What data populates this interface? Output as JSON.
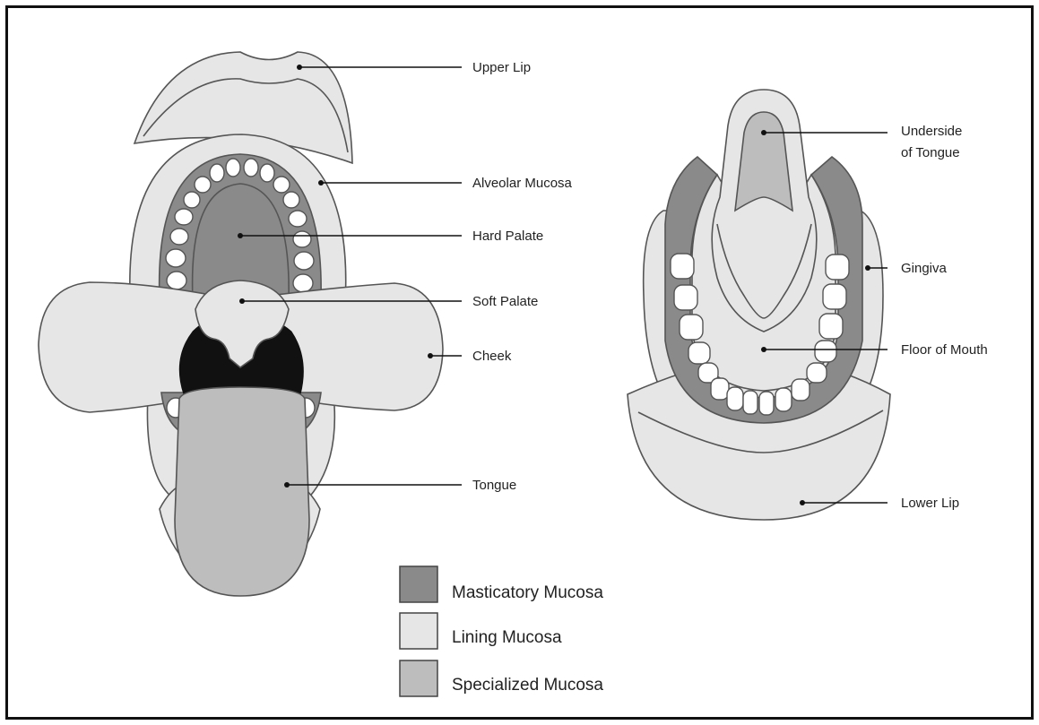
{
  "colors": {
    "masticatory": "#8a8a8a",
    "lining": "#e6e6e6",
    "specialized": "#bdbdbd",
    "dark_region": "#111111",
    "teeth": "#ffffff"
  },
  "labels": {
    "upper_lip": "Upper Lip",
    "alveolar_mucosa": "Alveolar Mucosa",
    "hard_palate": "Hard Palate",
    "soft_palate": "Soft Palate",
    "cheek": "Cheek",
    "tongue": "Tongue",
    "underside_of_tongue_line1": "Underside",
    "underside_of_tongue_line2": "of Tongue",
    "gingiva": "Gingiva",
    "floor_of_mouth": "Floor of Mouth",
    "lower_lip": "Lower Lip"
  },
  "legend": [
    {
      "label": "Masticatory Mucosa",
      "color": "#8a8a8a"
    },
    {
      "label": "Lining Mucosa",
      "color": "#e6e6e6"
    },
    {
      "label": "Specialized Mucosa",
      "color": "#bdbdbd"
    }
  ]
}
